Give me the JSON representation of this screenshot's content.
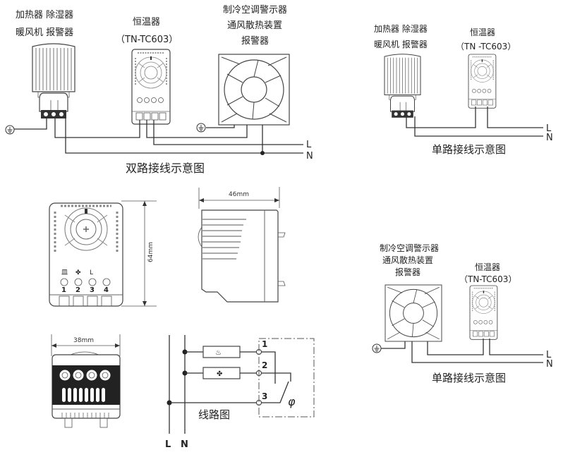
{
  "top_left_diagram": {
    "heater_label_line1": "加热器 除湿器",
    "heater_label_line2": "暖风机 报警器",
    "thermostat_label": "恒温器",
    "thermostat_model": "（TN-TC603）",
    "fan_label_line1": "制冷空调警示器",
    "fan_label_line2": "通风散热装置",
    "fan_label_line3": "报警器",
    "line_L": "L",
    "line_N": "N",
    "caption": "双路接线示意图"
  },
  "top_right_diagram": {
    "heater_label_line1": "加热器 除湿器",
    "heater_label_line2": "暖风机 报警器",
    "thermostat_label": "恒温器",
    "thermostat_model": "（TN -TC603）",
    "line_L": "L",
    "line_N": "N",
    "caption": "单路接线示意图"
  },
  "front_view": {
    "height_dimension": "64mm",
    "terminal_numbers": [
      "1",
      "2",
      "3",
      "4"
    ],
    "terminal_symbols": [
      "heat-symbol",
      "fan-symbol",
      "L",
      ""
    ]
  },
  "side_view": {
    "width_dimension": "46mm"
  },
  "bottom_view": {
    "width_dimension": "38mm"
  },
  "circuit_diagram": {
    "caption": "线路图",
    "line_L": "L",
    "line_N": "N",
    "terminals": [
      "1",
      "2",
      "3"
    ],
    "switch_symbol": "φ",
    "loads": [
      "heater-element",
      "fan"
    ]
  },
  "bottom_right_diagram": {
    "fan_label_line1": "制冷空调警示器",
    "fan_label_line2": "通风散热装置",
    "fan_label_line3": "报警器",
    "thermostat_label": "恒温器",
    "thermostat_model": "（TN-TC603）",
    "line_L": "L",
    "line_N": "N",
    "caption": "单路接线示意图"
  }
}
